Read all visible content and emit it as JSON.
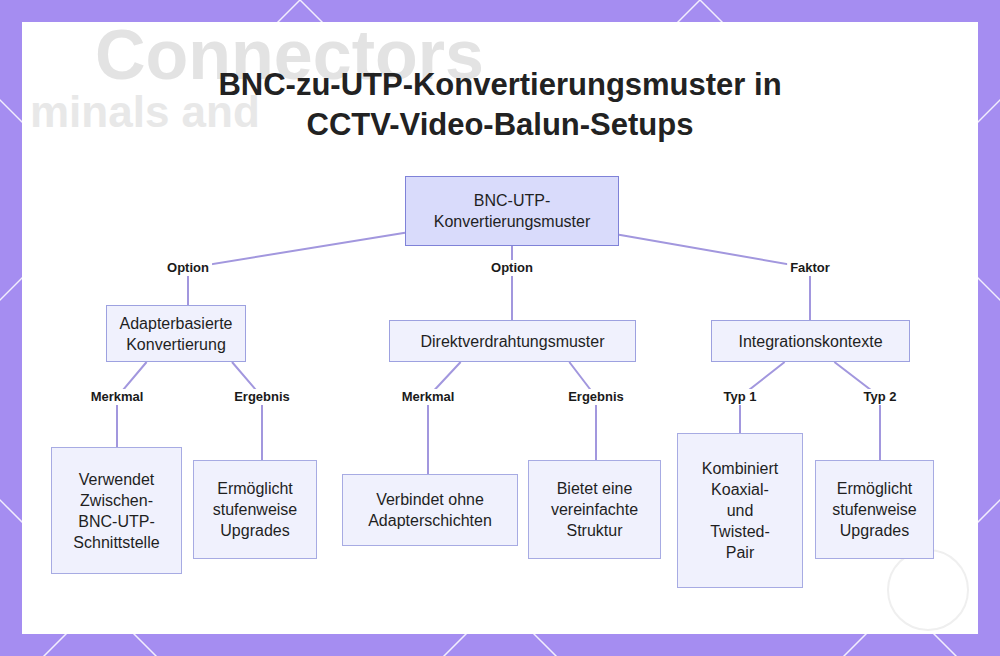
{
  "diagram": {
    "title": "BNC-zu-UTP-Konvertierungsmuster in CCTV-Video-Balun-Setups",
    "nodes": [
      {
        "text": [
          "BNC-UTP-Konvertierungsmuster"
        ]
      },
      {
        "text": [
          "Adapterbasierte Konvertierung"
        ]
      },
      {
        "text": [
          "Direktverdrahtungsmuster"
        ]
      },
      {
        "text": [
          "Integrationskontexte"
        ]
      },
      {
        "text": [
          "Verwendet Zwischen-BNC-UTP-Schnittstelle"
        ]
      },
      {
        "text": [
          "Ermöglicht stufenweise Upgrades"
        ]
      },
      {
        "text": [
          "Verbindet ohne Adapterschichten"
        ]
      },
      {
        "text": [
          "Bietet eine vereinfachte Struktur"
        ]
      },
      {
        "text": [
          "Kombiniert Koaxial- und Twisted-Pair"
        ]
      },
      {
        "text": [
          "Ermöglicht stufenweise Upgrades"
        ]
      }
    ],
    "edges": [
      {
        "from": 0,
        "to": 1,
        "arrow": "none",
        "label": "Option"
      },
      {
        "from": 0,
        "to": 2,
        "arrow": "none",
        "label": "Option"
      },
      {
        "from": 0,
        "to": 3,
        "arrow": "none",
        "label": "Faktor"
      },
      {
        "from": 1,
        "to": 4,
        "arrow": "none",
        "label": "Merkmal"
      },
      {
        "from": 1,
        "to": 5,
        "arrow": "none",
        "label": "Ergebnis"
      },
      {
        "from": 2,
        "to": 6,
        "arrow": "none",
        "label": "Merkmal"
      },
      {
        "from": 2,
        "to": 7,
        "arrow": "none",
        "label": "Ergebnis"
      },
      {
        "from": 3,
        "to": 8,
        "arrow": "none",
        "label": "Typ 1"
      },
      {
        "from": 3,
        "to": 9,
        "arrow": "none",
        "label": "Typ 2"
      }
    ],
    "labels": [
      "Connectors",
      "minals and"
    ]
  }
}
